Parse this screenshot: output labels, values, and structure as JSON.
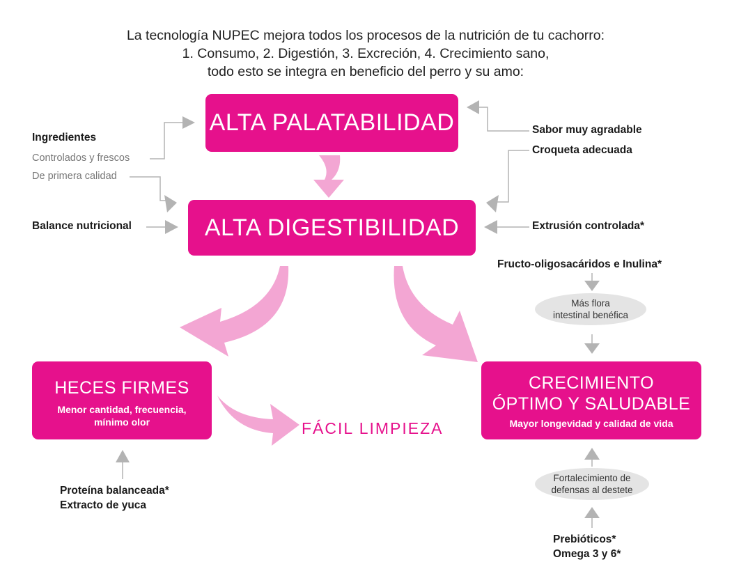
{
  "intro": {
    "line1": "La tecnología NUPEC mejora todos los procesos de la nutrición de tu cachorro:",
    "line2": "1. Consumo, 2. Digestión, 3. Excreción, 4. Crecimiento sano,",
    "line3": "todo esto se integra en beneficio del perro y su amo:"
  },
  "boxes": {
    "palatability": {
      "title": "ALTA PALATABILIDAD"
    },
    "digestibility": {
      "title": "ALTA DIGESTIBILIDAD"
    },
    "stools": {
      "title": "HECES FIRMES",
      "sub1": "Menor cantidad, frecuencia,",
      "sub2": "mínimo olor"
    },
    "growth": {
      "title1": "CRECIMIENTO",
      "title2": "ÓPTIMO Y SALUDABLE",
      "sub": "Mayor longevidad y calidad de vida"
    }
  },
  "inputs": {
    "ingredients": "Ingredientes",
    "controlled": "Controlados y frescos",
    "first_quality": "De primera calidad",
    "nutritional_balance": "Balance nutricional",
    "taste": "Sabor muy agradable",
    "kibble": "Croqueta adecuada",
    "extrusion": "Extrusión controlada*",
    "fos": "Fructo-oligosacáridos e Inulina*",
    "protein": "Proteína balanceada*",
    "yucca": "Extracto de yuca",
    "prebiotics": "Prebióticos*",
    "omega": "Omega 3 y 6*"
  },
  "ellipses": {
    "flora1": "Más flora",
    "flora2": "intestinal benéfica",
    "defense1": "Fortalecimiento de",
    "defense2": "defensas al destete"
  },
  "easy_clean": "FÁCIL LIMPIEZA",
  "colors": {
    "magenta": "#e6118c",
    "pink_arrow": "#f3a6d3",
    "gray_arrow": "#b3b3b3",
    "gray_ellipse": "#e4e4e4"
  }
}
